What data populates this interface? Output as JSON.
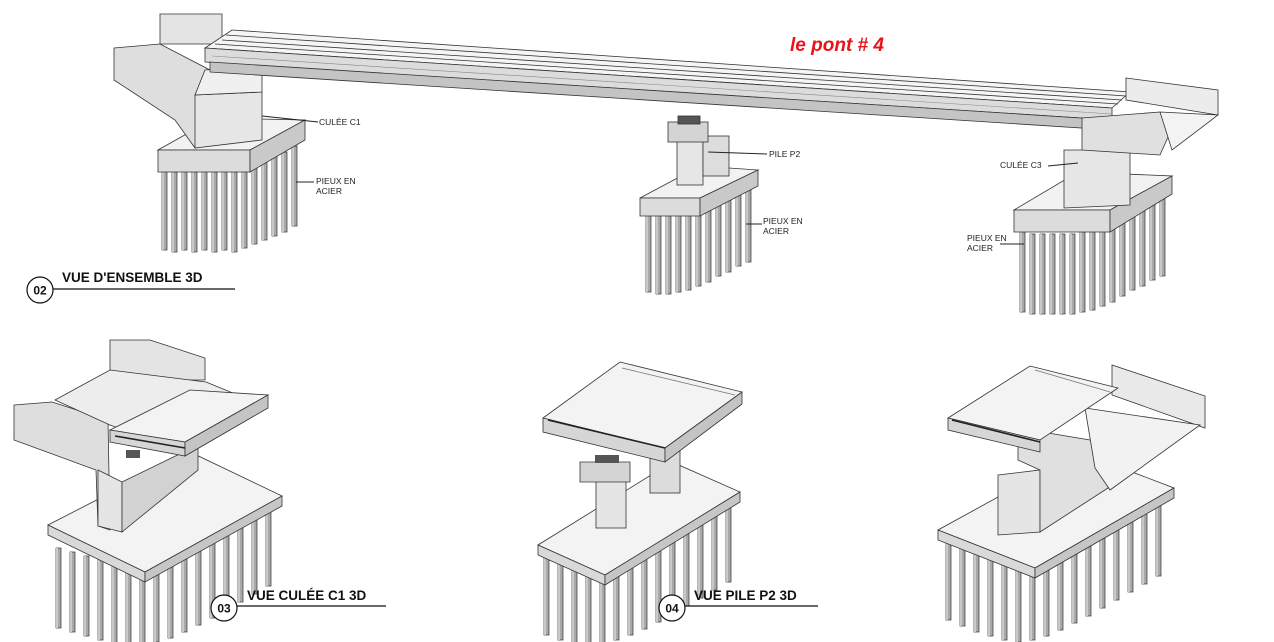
{
  "heading": "le pont # 4",
  "colors": {
    "heading": "#e8141c",
    "concrete_top": "#f2f2f2",
    "concrete_side": "#d9d9d9",
    "concrete_dark": "#bdbdbd",
    "pile": "#a9a9a9",
    "line": "#222222"
  },
  "overview": {
    "number": "02",
    "title": "VUE D'ENSEMBLE 3D",
    "labels": {
      "culee_c1": "CULÉE C1",
      "pile_p2": "PILE P2",
      "culee_c3": "CULÉE C3",
      "pieux_1_line1": "PIEUX EN",
      "pieux_1_line2": "ACIER",
      "pieux_2_line1": "PIEUX EN",
      "pieux_2_line2": "ACIER",
      "pieux_3_line1": "PIEUX EN",
      "pieux_3_line2": "ACIER"
    }
  },
  "views": [
    {
      "number": "03",
      "title": "VUE CULÉE C1 3D"
    },
    {
      "number": "04",
      "title": "VUE PILE P2 3D"
    }
  ]
}
